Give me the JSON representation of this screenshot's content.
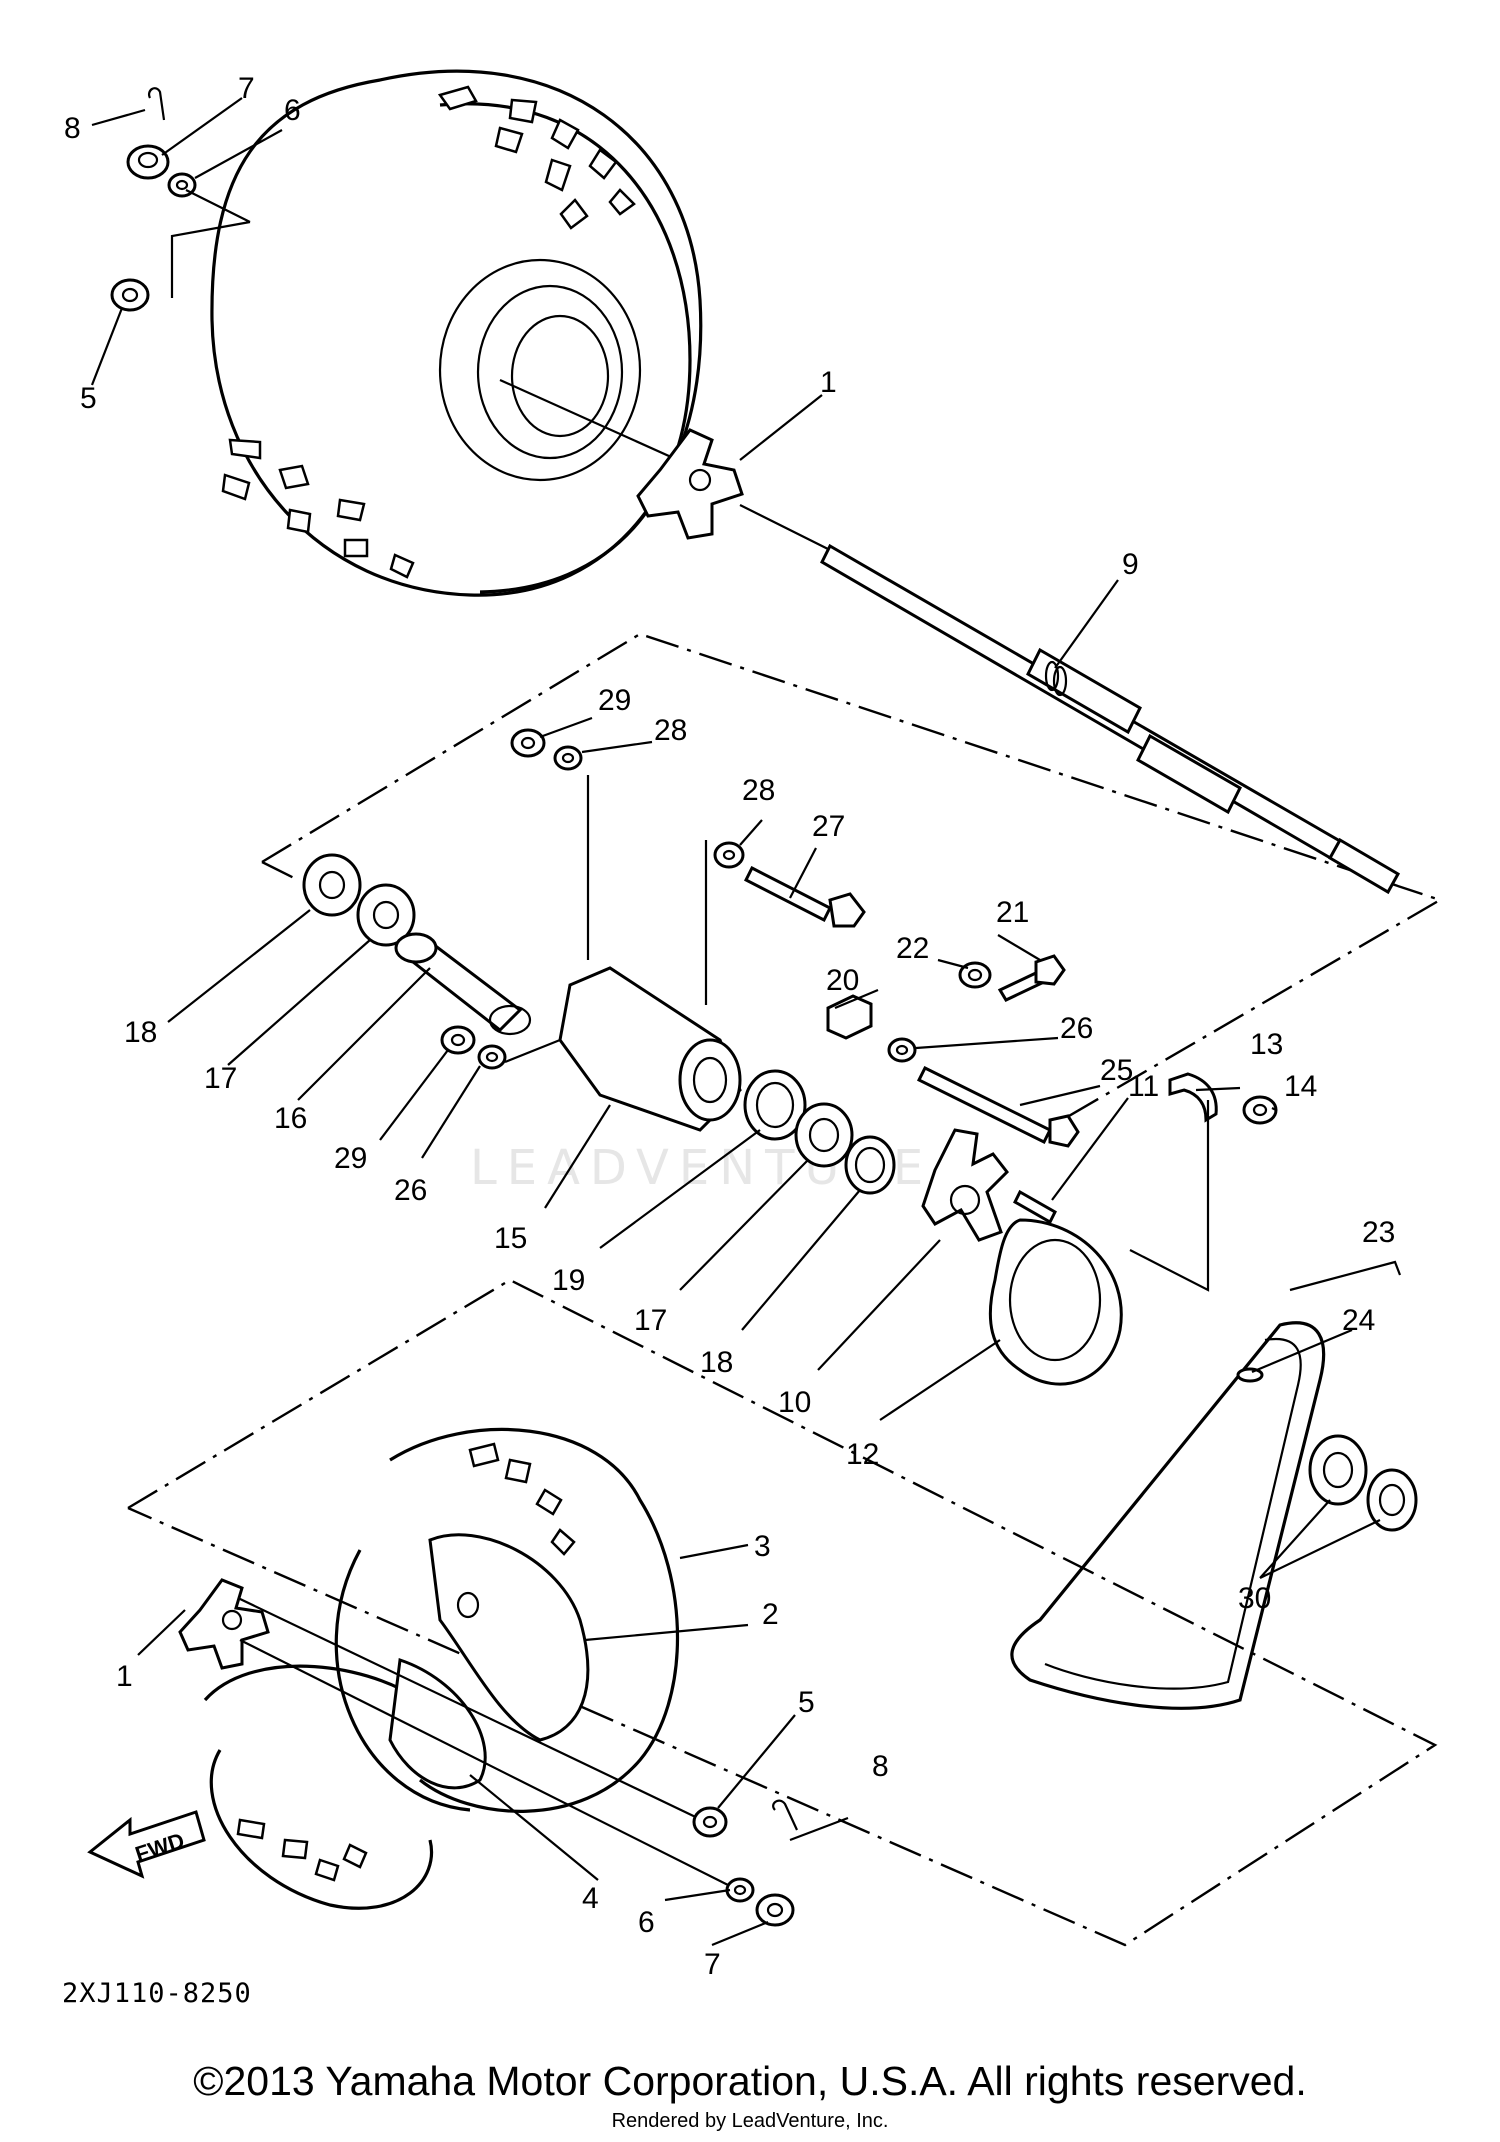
{
  "diagram": {
    "code": "2XJ110-8250",
    "fwd_label": "FWD",
    "callouts": {
      "c1_top": "1",
      "c1_bottom": "1",
      "c2": "2",
      "c3": "3",
      "c4": "4",
      "c5_top": "5",
      "c5_bottom": "5",
      "c6_top": "6",
      "c6_bottom": "6",
      "c7_top": "7",
      "c7_bottom": "7",
      "c8_top": "8",
      "c8_bottom": "8",
      "c9": "9",
      "c10": "10",
      "c11": "11",
      "c12": "12",
      "c13": "13",
      "c14": "14",
      "c15": "15",
      "c16": "16",
      "c17_left": "17",
      "c17_right": "17",
      "c18_left": "18",
      "c18_right": "18",
      "c19": "19",
      "c20": "20",
      "c21": "21",
      "c22": "22",
      "c23": "23",
      "c24": "24",
      "c25": "25",
      "c26_left": "26",
      "c26_right": "26",
      "c27": "27",
      "c28_top": "28",
      "c28_right": "28",
      "c29_top": "29",
      "c29_left": "29",
      "c30": "30"
    }
  },
  "footer": {
    "copyright": "©2013 Yamaha Motor Corporation, U.S.A. All rights reserved.",
    "rendered_by": "Rendered by LeadVenture, Inc."
  },
  "watermark": "LEADVENTURE"
}
